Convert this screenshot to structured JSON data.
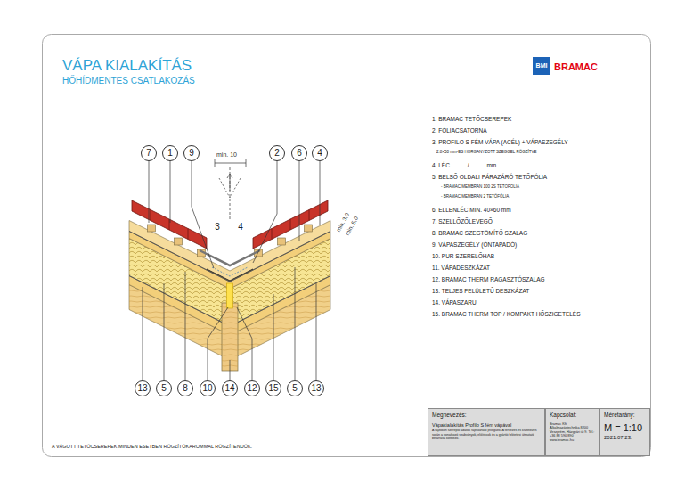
{
  "diagram": {
    "title": "VÁPA KIALAKÍTÁS",
    "nodes": [
      {
        "text": [
          "BMI"
        ]
      },
      {
        "text": [
          "7"
        ]
      },
      {
        "text": [
          "1"
        ]
      },
      {
        "text": [
          "9"
        ]
      },
      {
        "text": [
          "2"
        ]
      },
      {
        "text": [
          "6"
        ]
      },
      {
        "text": [
          "4"
        ]
      },
      {
        "text": [
          "3"
        ]
      },
      {
        "text": [
          "4"
        ]
      },
      {
        "text": [
          "13"
        ]
      },
      {
        "text": [
          "5"
        ]
      },
      {
        "text": [
          "8"
        ]
      },
      {
        "text": [
          "10"
        ]
      },
      {
        "text": [
          "14"
        ]
      },
      {
        "text": [
          "12"
        ]
      },
      {
        "text": [
          "15"
        ]
      },
      {
        "text": [
          "5"
        ]
      },
      {
        "text": [
          "13"
        ]
      },
      {
        "text": [
          "Megnevezés:",
          "Vápakialakítás Profilo S fém vápával",
          "A rajzokon szereplő adatok tájékoztató jellegűek. A tervezés és kivitelezés során a vonatkozó szabványok, előírások és a gyártói fektetési útmutató betartása kötelező."
        ]
      },
      {
        "text": [
          "Kapcsolat:",
          "Bramac Kft. Alkalmazástechnika 8200 Veszprém, Házgyári út 9. Tel.: +36 88 590 890 www.bramac.hu"
        ]
      },
      {
        "text": [
          "Méretarány:",
          "M = 1:10",
          "2021.07.23."
        ]
      }
    ],
    "labels": [
      "HŐHÍDMENTES CSATLAKOZÁS",
      "BRAMAC",
      "min. 10",
      "min. 3,0",
      "min. 5,0",
      "1. BRAMAC TETŐCSEREPEK",
      "2. FÓLIACSATORNA",
      "3. PROFILO S FÉM VÁPA (ACÉL) + VÁPASZEGÉLY",
      "2.8×50 mm-ES HORGANYZOTT SZEGGEL RÖGZÍTVE",
      "4. LÉC ......... / ......... mm",
      "5. BELSŐ OLDALI PÁRAZÁRÓ TETŐFÓLIA",
      "- BRAMAC MEMBRAN 100 2S TETŐFÓLIA",
      "- BRAMAC MEMBRAN 2 TETŐFÓLIA",
      "6. ELLENLÉC  MIN. 40×60 mm",
      "7. SZELLŐZŐLEVEGŐ",
      "8. BRAMAC SZEGTÖMÍTŐ SZALAG",
      "9. VÁPASZEGÉLY (ÓNTAPADÓ)",
      "10. PUR SZERELŐHAB",
      "11. VÁPADESZKÁZAT",
      "12. BRAMAC THERM RAGASZTÓSZALAG",
      "13. TELJES FELÜLETŰ DESZKÁZAT",
      "14. VÁPASZARU",
      "15. BRAMAC THERM TOP / KOMPAKT HŐSZIGETELÉS",
      "A VÁGOTT TETŐCSEREPEK MINDEN ESETBEN RÖGZÍTŐKAROMMAL RÖGZÍTENDŐK."
    ]
  }
}
